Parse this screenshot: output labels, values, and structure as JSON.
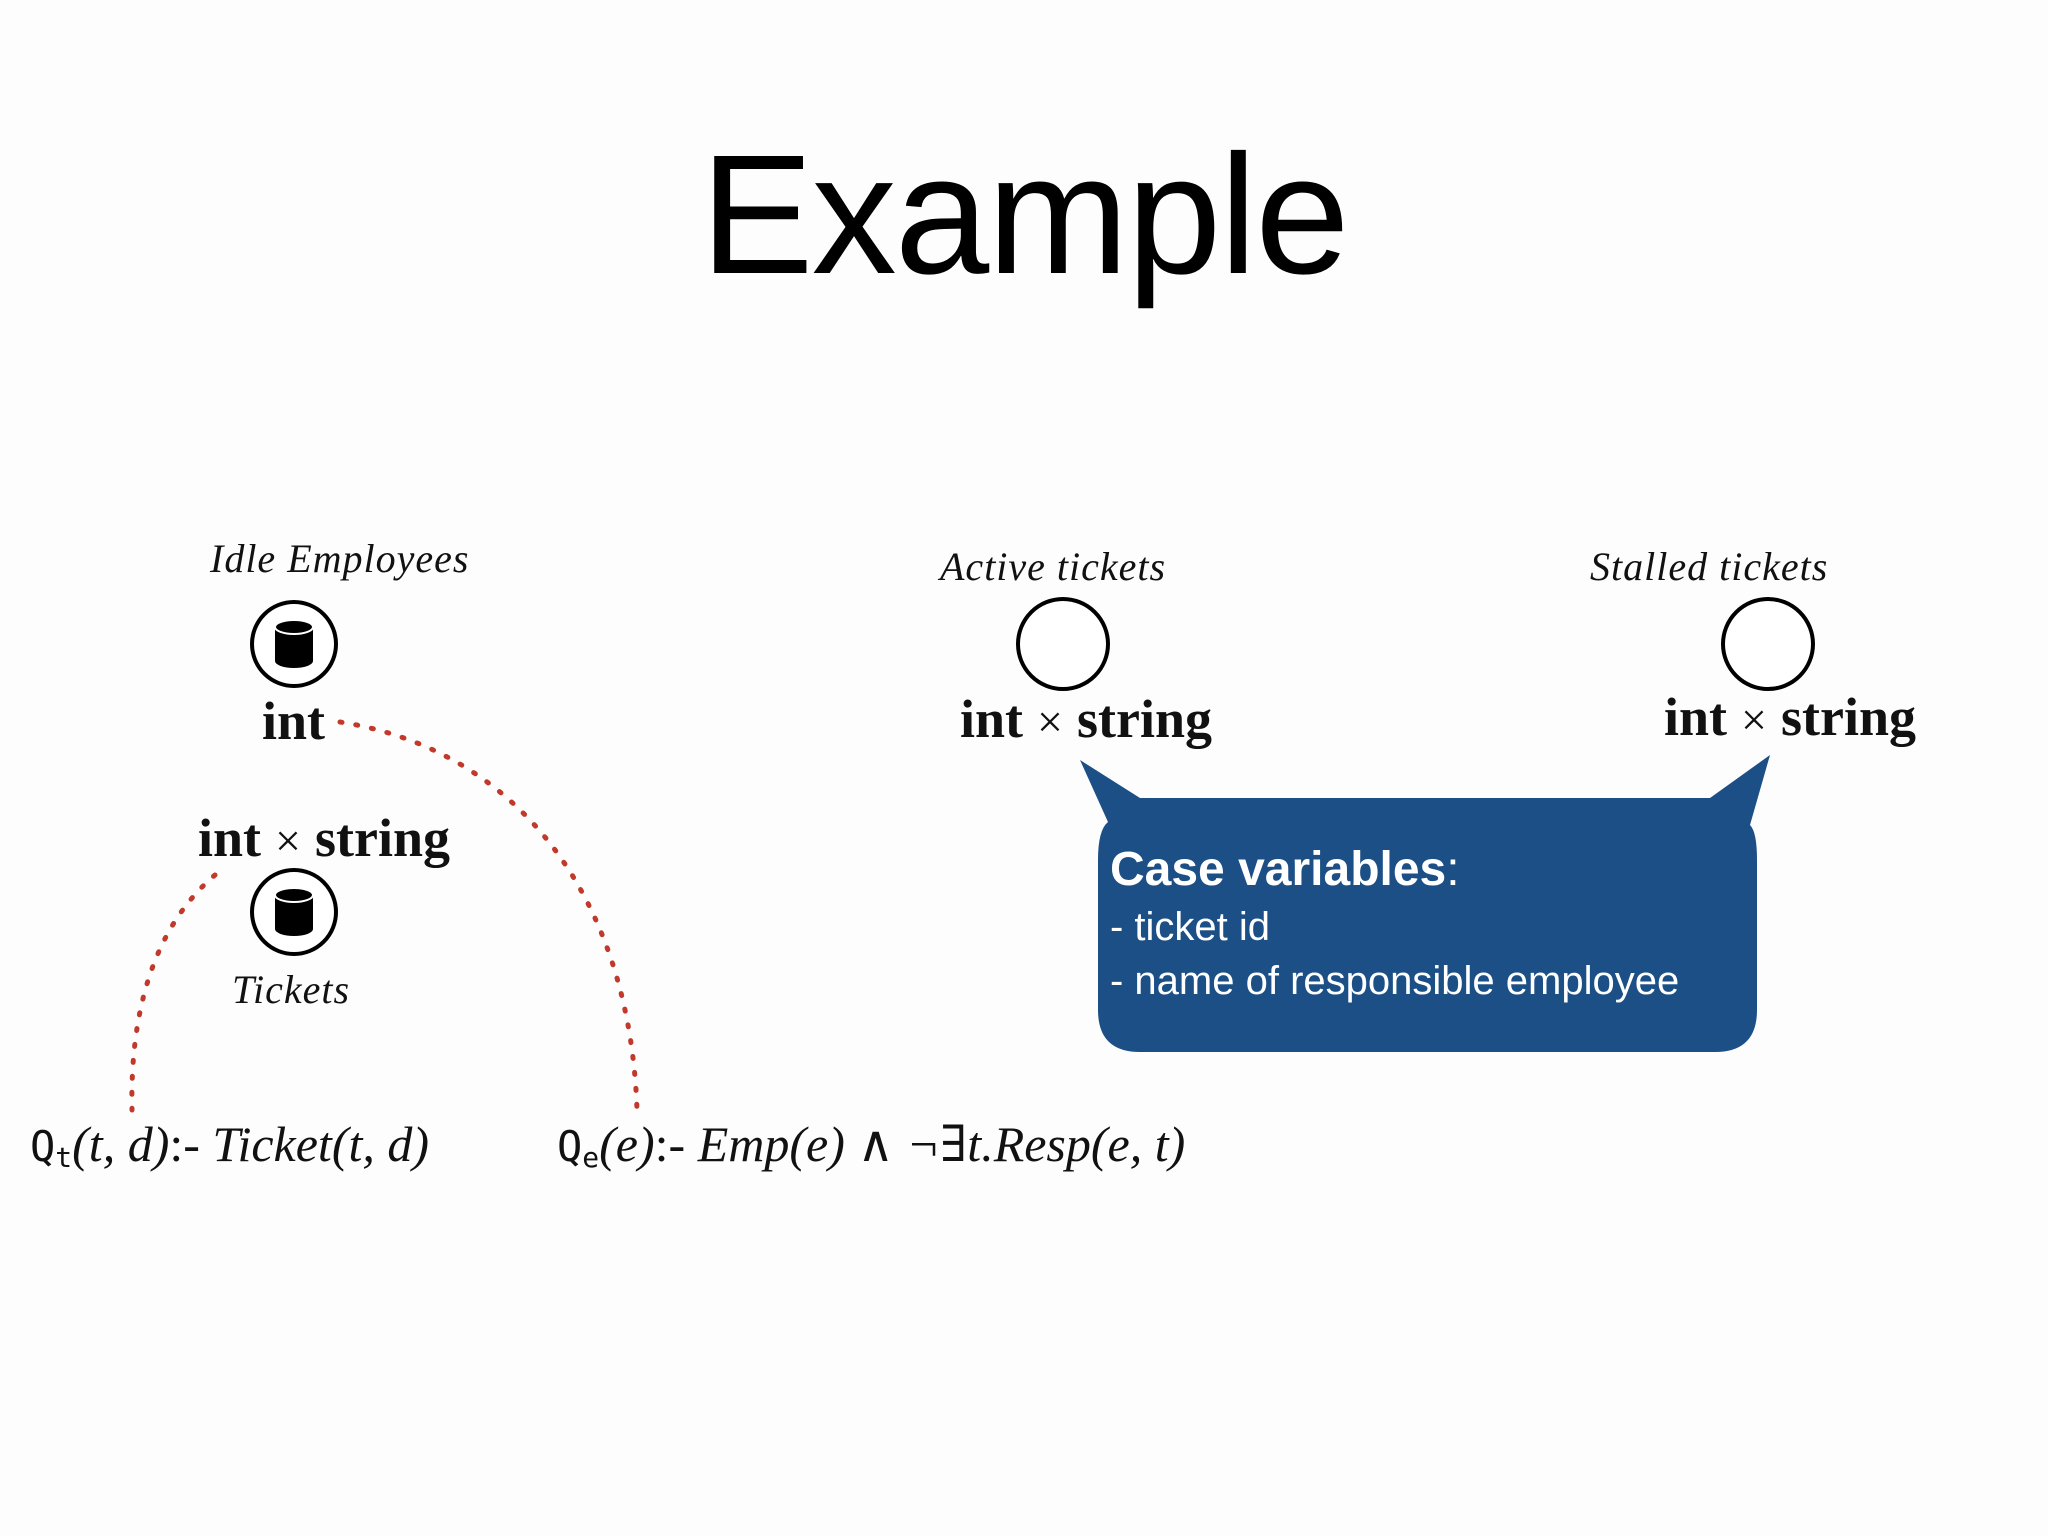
{
  "title": "Example",
  "left_panel": {
    "idle_label": "Idle Employees",
    "idle_type": "int",
    "tickets_type_int": "int",
    "tickets_type_times": "×",
    "tickets_type_string": "string",
    "tickets_label": "Tickets"
  },
  "places": [
    {
      "label": "Active tickets",
      "type_int": "int",
      "times": "×",
      "type_string": "string"
    },
    {
      "label": "Stalled tickets",
      "type_int": "int",
      "times": "×",
      "type_string": "string"
    }
  ],
  "callout": {
    "title": "Case variables",
    "colon": ":",
    "lines": [
      "- ticket id",
      "- name of responsible employee"
    ],
    "color": "#1b4f86"
  },
  "formulas": {
    "qt": {
      "q": "Q",
      "sub": "t",
      "head": "(t, d)",
      "sep": ":-",
      "body": "Ticket(t, d)"
    },
    "qe": {
      "q": "Q",
      "sub": "e",
      "head": "(e)",
      "sep": ":-",
      "body": "Emp(e) ∧ ¬∃t.Resp(e, t)"
    }
  },
  "connector_color": "#c0392b"
}
